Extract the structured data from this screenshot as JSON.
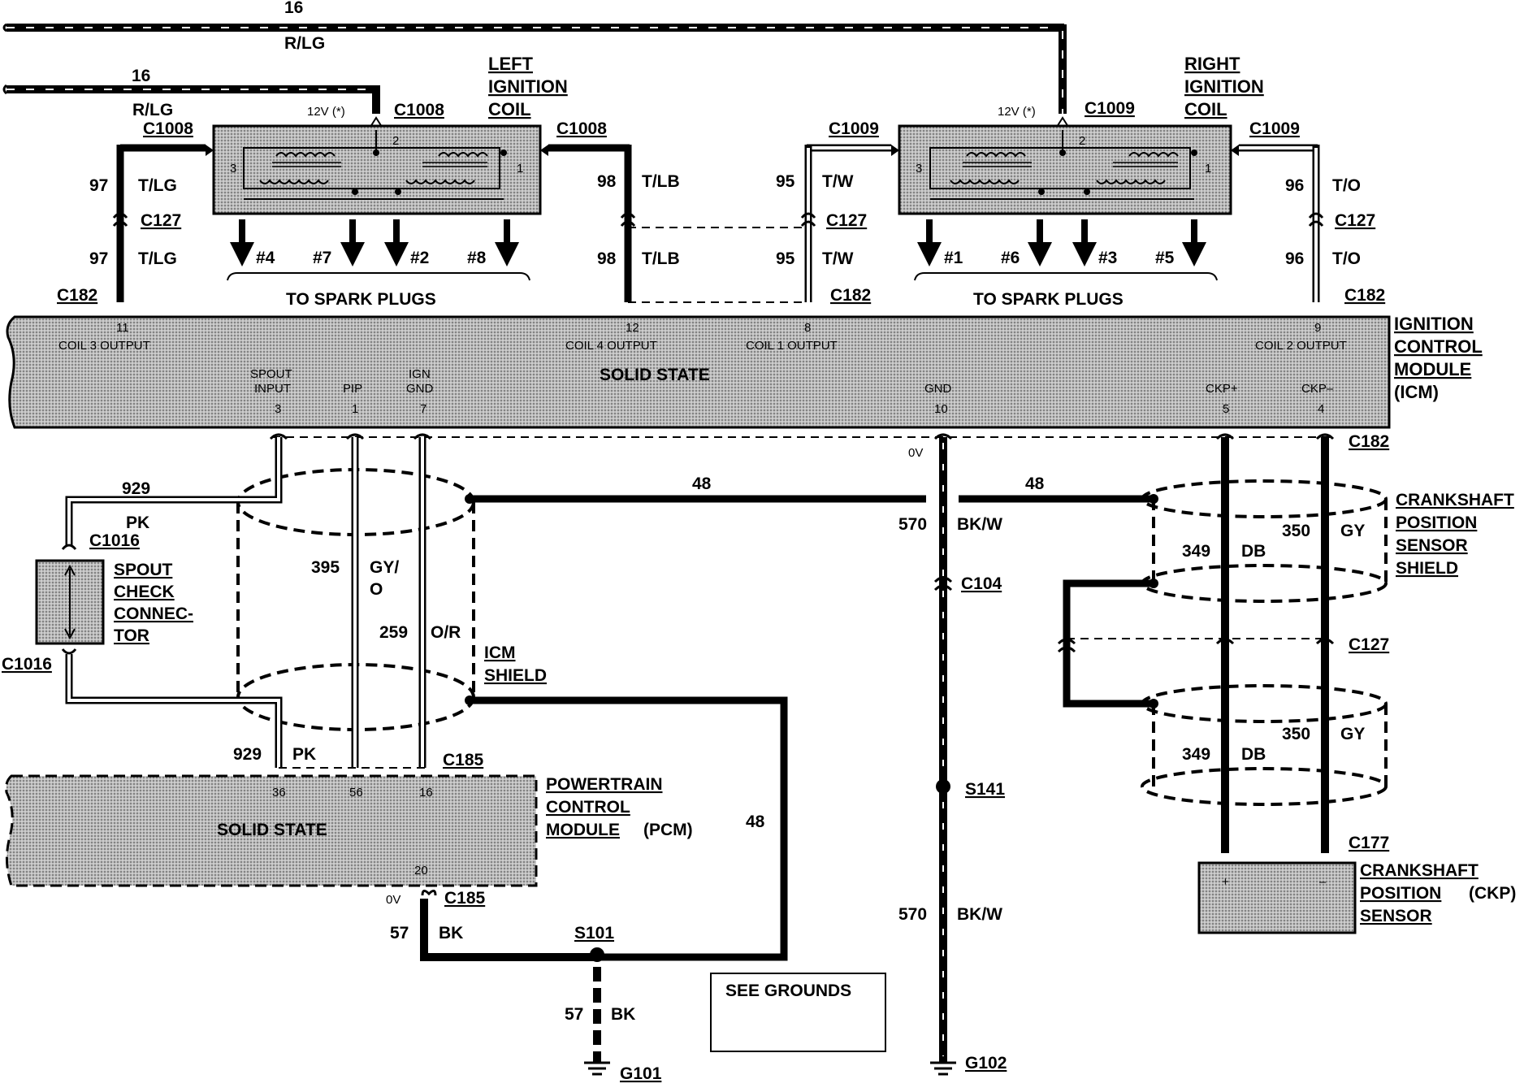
{
  "wires": {
    "top_circuit": "16",
    "top_color": "R/LG",
    "second_circuit": "16",
    "second_color": "R/LG",
    "c97": "97",
    "tlg": "T/LG",
    "c98": "98",
    "tlb": "T/LB",
    "c95": "95",
    "tw": "T/W",
    "c96": "96",
    "to": "T/O",
    "c929": "929",
    "pk": "PK",
    "c395": "395",
    "gyo_1": "GY/",
    "gyo_2": "O",
    "c259": "259",
    "or": "O/R",
    "c48": "48",
    "c570": "570",
    "bkw": "BK/W",
    "c349": "349",
    "db": "DB",
    "c350": "350",
    "gy": "GY",
    "c57": "57",
    "bk": "BK"
  },
  "connectors": {
    "c1008": "C1008",
    "c1009": "C1009",
    "c127": "C127",
    "c182": "C182",
    "c1016": "C1016",
    "c185": "C185",
    "c104": "C104",
    "c177": "C177",
    "s141": "S141",
    "s101": "S101",
    "g101": "G101",
    "g102": "G102"
  },
  "voltage": {
    "v12": "12V (*)",
    "v0": "0V"
  },
  "left_coil": {
    "line1": "LEFT",
    "line2": "IGNITION",
    "line3": "COIL",
    "pin2": "2",
    "pin3": "3",
    "pin1": "1",
    "plugs": [
      "#4",
      "#7",
      "#2",
      "#8"
    ]
  },
  "right_coil": {
    "line1": "RIGHT",
    "line2": "IGNITION",
    "line3": "COIL",
    "pin2": "2",
    "pin3": "3",
    "pin1": "1",
    "plugs": [
      "#1",
      "#6",
      "#3",
      "#5"
    ]
  },
  "to_spark_plugs": "TO SPARK PLUGS",
  "icm": {
    "line1": "IGNITION",
    "line2": "CONTROL",
    "line3": "MODULE",
    "line4": "(ICM)",
    "solid_state": "SOLID STATE",
    "pin11": "11",
    "coil3": "COIL 3 OUTPUT",
    "pin12": "12",
    "coil4": "COIL 4 OUTPUT",
    "pin8": "8",
    "coil1": "COIL 1 OUTPUT",
    "pin9": "9",
    "coil2": "COIL 2 OUTPUT",
    "spout_1": "SPOUT",
    "spout_2": "INPUT",
    "pin3": "3",
    "pip": "PIP",
    "pin1": "1",
    "ign_1": "IGN",
    "ign_2": "GND",
    "pin7": "7",
    "gnd": "GND",
    "pin10": "10",
    "ckp_plus": "CKP+",
    "pin5": "5",
    "ckp_minus": "CKP–",
    "pin4": "4"
  },
  "spout": {
    "line1": "SPOUT",
    "line2": "CHECK",
    "line3": "CONNEC-",
    "line4": "TOR"
  },
  "icm_shield": {
    "line1": "ICM",
    "line2": "SHIELD"
  },
  "pcm": {
    "line1": "POWERTRAIN",
    "line2": "CONTROL",
    "line3": "MODULE",
    "line3_suffix": "(PCM)",
    "solid_state": "SOLID STATE",
    "pin36": "36",
    "pin56": "56",
    "pin16": "16",
    "pin20": "20"
  },
  "ckp_shield": {
    "line1": "CRANKSHAFT",
    "line2": "POSITION",
    "line3": "SENSOR",
    "line4": "SHIELD"
  },
  "ckp_sensor": {
    "line1": "CRANKSHAFT",
    "line2": "POSITION",
    "line2_suffix": "(CKP)",
    "line3": "SENSOR",
    "plus": "+",
    "minus": "–"
  },
  "see_grounds": "SEE GROUNDS"
}
